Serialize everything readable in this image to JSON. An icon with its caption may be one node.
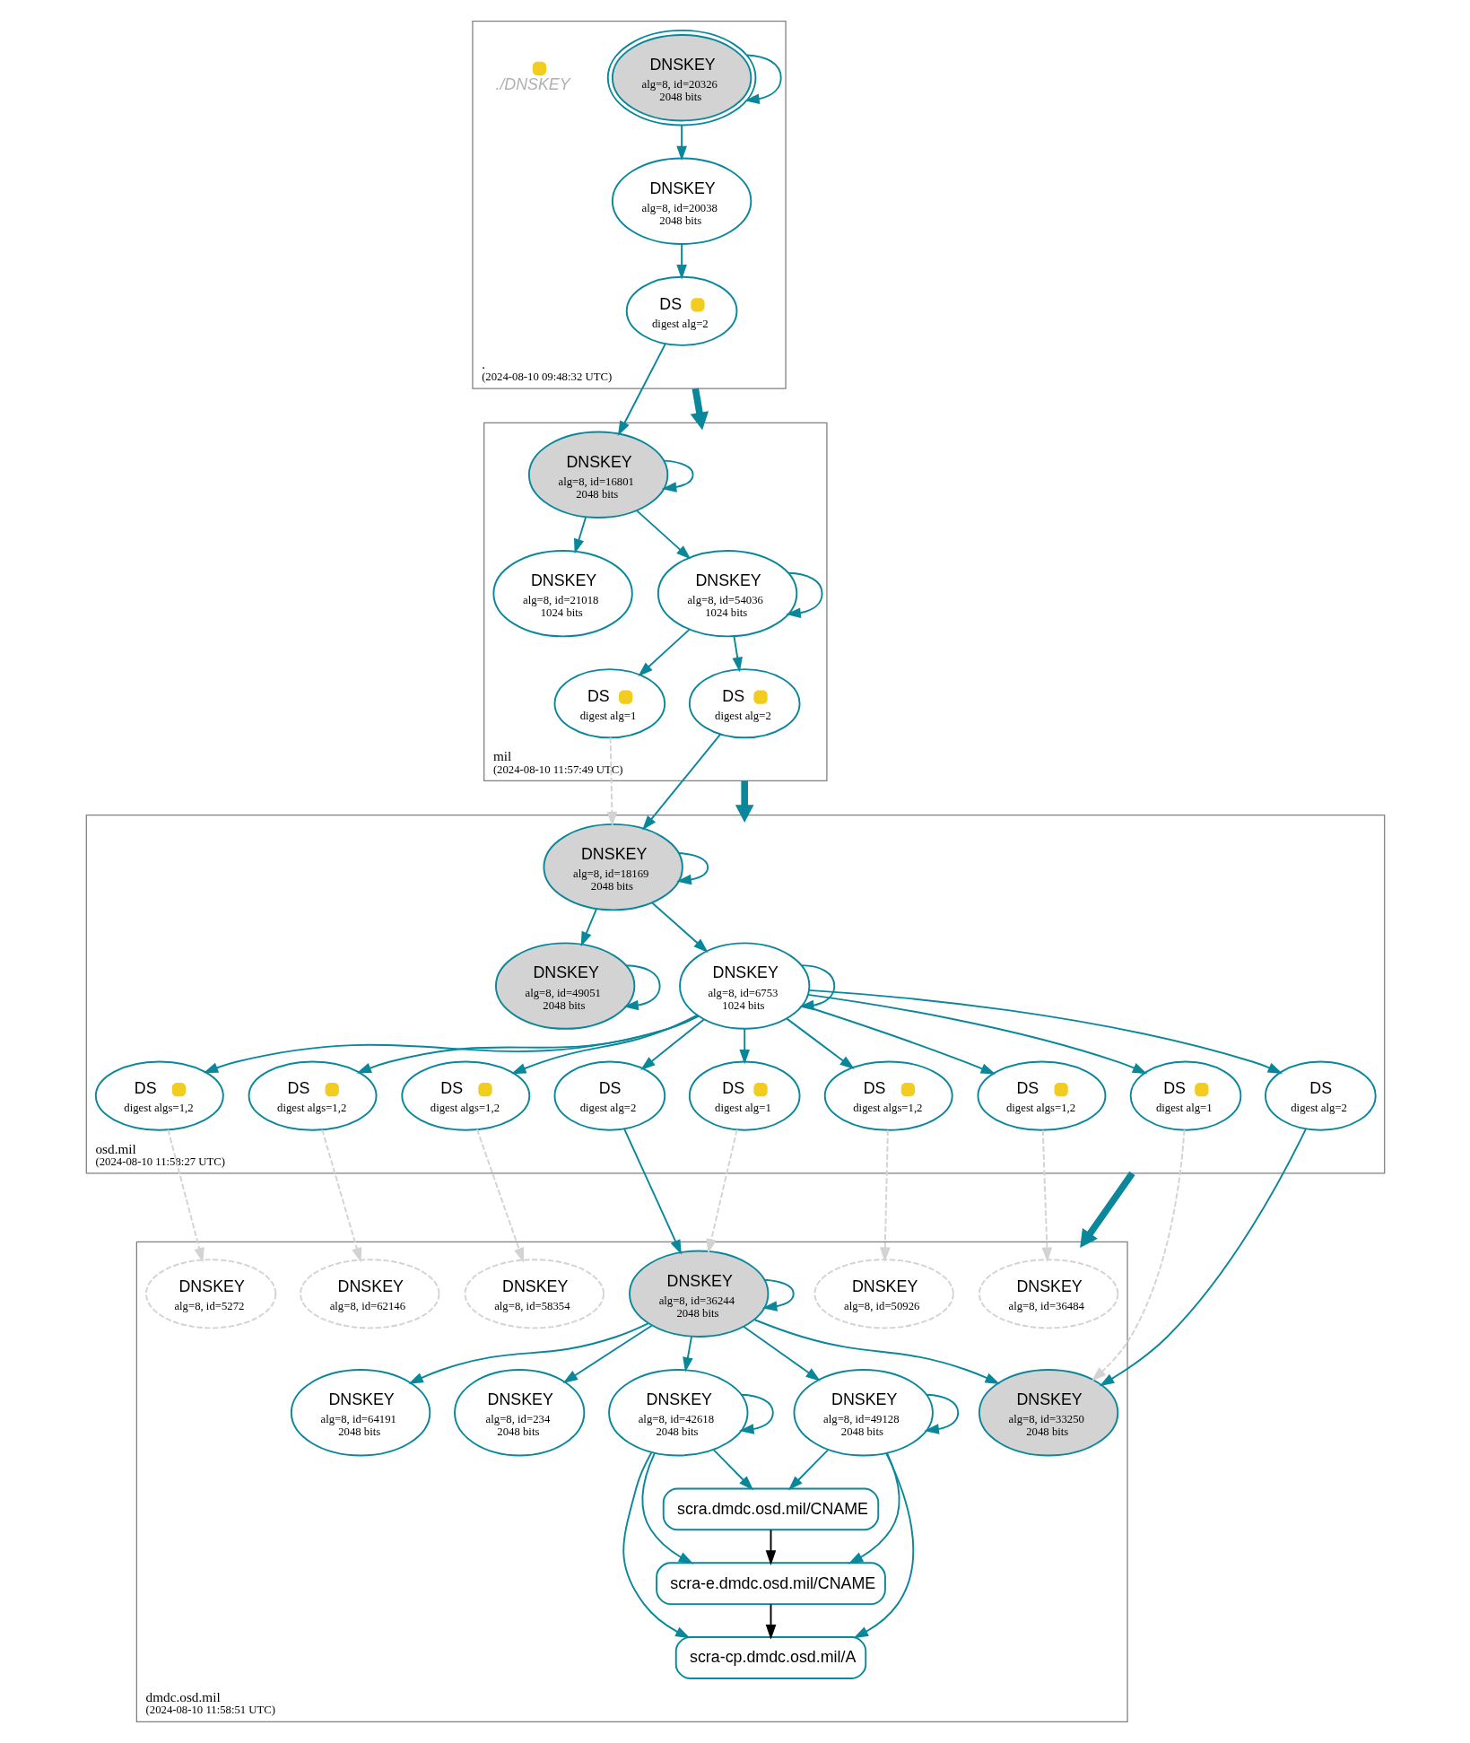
{
  "diagram": {
    "nodes": [
      {
        "text": [
          ".",
          "(2024-08-10 09:48:32 UTC)"
        ]
      },
      {
        "text": [
          "DNSKEY",
          "alg=8, id=20326",
          "2048 bits"
        ],
        "in": 0
      },
      {
        "text": [
          "DNSKEY",
          "alg=8, id=20038",
          "2048 bits"
        ],
        "in": 0
      },
      {
        "text": [
          "DS",
          "digest alg=2"
        ],
        "in": 0
      },
      {
        "text": [
          "./DNSKEY"
        ],
        "in": 0
      },
      {
        "text": [
          "mil",
          "(2024-08-10 11:57:49 UTC)"
        ]
      },
      {
        "text": [
          "DNSKEY",
          "alg=8, id=16801",
          "2048 bits"
        ],
        "in": 5
      },
      {
        "text": [
          "DNSKEY",
          "alg=8, id=54036",
          "1024 bits"
        ],
        "in": 5
      },
      {
        "text": [
          "DNSKEY",
          "alg=8, id=21018",
          "1024 bits"
        ],
        "in": 5
      },
      {
        "text": [
          "DS",
          "digest alg=1"
        ],
        "in": 5
      },
      {
        "text": [
          "DS",
          "digest alg=2"
        ],
        "in": 5
      },
      {
        "text": [
          "osd.mil",
          "(2024-08-10 11:58:27 UTC)"
        ]
      },
      {
        "text": [
          "DNSKEY",
          "alg=8, id=18169",
          "2048 bits"
        ],
        "in": 11
      },
      {
        "text": [
          "DNSKEY",
          "alg=8, id=6753",
          "1024 bits"
        ],
        "in": 11
      },
      {
        "text": [
          "DNSKEY",
          "alg=8, id=49051",
          "2048 bits"
        ],
        "in": 11
      },
      {
        "text": [
          "DS",
          "digest algs=1,2"
        ],
        "in": 11
      },
      {
        "text": [
          "DS",
          "digest algs=1,2"
        ],
        "in": 11
      },
      {
        "text": [
          "DS",
          "digest algs=1,2"
        ],
        "in": 11
      },
      {
        "text": [
          "DS",
          "digest algs=1,2"
        ],
        "in": 11
      },
      {
        "text": [
          "DS",
          "digest algs=1,2"
        ],
        "in": 11
      },
      {
        "text": [
          "DS",
          "digest alg=2"
        ],
        "in": 11
      },
      {
        "text": [
          "DS",
          "digest alg=1"
        ],
        "in": 11
      },
      {
        "text": [
          "DS",
          "digest alg=2"
        ],
        "in": 11
      },
      {
        "text": [
          "DS",
          "digest alg=1"
        ],
        "in": 11
      },
      {
        "text": [
          "dmdc.osd.mil",
          "(2024-08-10 11:58:51 UTC)"
        ]
      },
      {
        "text": [
          "DNSKEY",
          "alg=8, id=36484"
        ],
        "in": 24
      },
      {
        "text": [
          "DNSKEY",
          "alg=8, id=50926"
        ],
        "in": 24
      },
      {
        "text": [
          "DNSKEY",
          "alg=8, id=5272"
        ],
        "in": 24
      },
      {
        "text": [
          "DNSKEY",
          "alg=8, id=62146"
        ],
        "in": 24
      },
      {
        "text": [
          "DNSKEY",
          "alg=8, id=58354"
        ],
        "in": 24
      },
      {
        "text": [
          "DNSKEY",
          "alg=8, id=36244",
          "2048 bits"
        ],
        "in": 24
      },
      {
        "text": [
          "DNSKEY",
          "alg=8, id=64191",
          "2048 bits"
        ],
        "in": 24
      },
      {
        "text": [
          "DNSKEY",
          "alg=8, id=234",
          "2048 bits"
        ],
        "in": 24
      },
      {
        "text": [
          "DNSKEY",
          "alg=8, id=42618",
          "2048 bits"
        ],
        "in": 24
      },
      {
        "text": [
          "DNSKEY",
          "alg=8, id=49128",
          "2048 bits"
        ],
        "in": 24
      },
      {
        "text": [
          "DNSKEY",
          "alg=8, id=33250",
          "2048 bits"
        ],
        "in": 24
      },
      {
        "text": [
          "scra.dmdc.osd.mil/CNAME"
        ],
        "in": 24
      },
      {
        "text": [
          "scra-e.dmdc.osd.mil/CNAME"
        ],
        "in": 24
      },
      {
        "text": [
          "scra-cp.dmdc.osd.mil/A"
        ],
        "in": 24
      }
    ],
    "edges": [
      {
        "from": 1,
        "to": 1,
        "arrow": "to"
      },
      {
        "from": 1,
        "to": 2,
        "arrow": "to"
      },
      {
        "from": 2,
        "to": 3,
        "arrow": "to"
      },
      {
        "from": 3,
        "to": 6,
        "arrow": "to"
      },
      {
        "from": 0,
        "to": 5,
        "arrow": "to",
        "style": "thick"
      },
      {
        "from": 6,
        "to": 6,
        "arrow": "to"
      },
      {
        "from": 6,
        "to": 7,
        "arrow": "to"
      },
      {
        "from": 6,
        "to": 8,
        "arrow": "to"
      },
      {
        "from": 7,
        "to": 7,
        "arrow": "to"
      },
      {
        "from": 7,
        "to": 9,
        "arrow": "to"
      },
      {
        "from": 7,
        "to": 10,
        "arrow": "to"
      },
      {
        "from": 9,
        "to": 12,
        "arrow": "to",
        "style": "dashed",
        "color": "#d3d3d3"
      },
      {
        "from": 10,
        "to": 12,
        "arrow": "to"
      },
      {
        "from": 5,
        "to": 11,
        "arrow": "to",
        "style": "thick"
      },
      {
        "from": 12,
        "to": 12,
        "arrow": "to"
      },
      {
        "from": 12,
        "to": 13,
        "arrow": "to"
      },
      {
        "from": 12,
        "to": 14,
        "arrow": "to"
      },
      {
        "from": 13,
        "to": 13,
        "arrow": "to"
      },
      {
        "from": 14,
        "to": 14,
        "arrow": "to"
      },
      {
        "from": 13,
        "to": 15,
        "arrow": "to"
      },
      {
        "from": 13,
        "to": 16,
        "arrow": "to"
      },
      {
        "from": 13,
        "to": 17,
        "arrow": "to"
      },
      {
        "from": 13,
        "to": 18,
        "arrow": "to"
      },
      {
        "from": 13,
        "to": 19,
        "arrow": "to"
      },
      {
        "from": 13,
        "to": 20,
        "arrow": "to"
      },
      {
        "from": 13,
        "to": 21,
        "arrow": "to"
      },
      {
        "from": 13,
        "to": 22,
        "arrow": "to"
      },
      {
        "from": 13,
        "to": 23,
        "arrow": "to"
      },
      {
        "from": 11,
        "to": 24,
        "arrow": "to",
        "style": "thick"
      },
      {
        "from": 15,
        "to": 25,
        "arrow": "to",
        "style": "dashed",
        "color": "#d3d3d3"
      },
      {
        "from": 16,
        "to": 26,
        "arrow": "to",
        "style": "dashed",
        "color": "#d3d3d3"
      },
      {
        "from": 17,
        "to": 27,
        "arrow": "to",
        "style": "dashed",
        "color": "#d3d3d3"
      },
      {
        "from": 18,
        "to": 28,
        "arrow": "to",
        "style": "dashed",
        "color": "#d3d3d3"
      },
      {
        "from": 19,
        "to": 29,
        "arrow": "to",
        "style": "dashed",
        "color": "#d3d3d3"
      },
      {
        "from": 20,
        "to": 30,
        "arrow": "to"
      },
      {
        "from": 21,
        "to": 30,
        "arrow": "to",
        "style": "dashed",
        "color": "#d3d3d3"
      },
      {
        "from": 22,
        "to": 35,
        "arrow": "to"
      },
      {
        "from": 23,
        "to": 35,
        "arrow": "to",
        "style": "dashed",
        "color": "#d3d3d3"
      },
      {
        "from": 30,
        "to": 30,
        "arrow": "to"
      },
      {
        "from": 30,
        "to": 31,
        "arrow": "to"
      },
      {
        "from": 30,
        "to": 32,
        "arrow": "to"
      },
      {
        "from": 30,
        "to": 33,
        "arrow": "to"
      },
      {
        "from": 30,
        "to": 34,
        "arrow": "to"
      },
      {
        "from": 30,
        "to": 35,
        "arrow": "to"
      },
      {
        "from": 33,
        "to": 33,
        "arrow": "to"
      },
      {
        "from": 34,
        "to": 34,
        "arrow": "to"
      },
      {
        "from": 33,
        "to": 36,
        "arrow": "to"
      },
      {
        "from": 34,
        "to": 36,
        "arrow": "to"
      },
      {
        "from": 33,
        "to": 37,
        "arrow": "to"
      },
      {
        "from": 34,
        "to": 37,
        "arrow": "to"
      },
      {
        "from": 33,
        "to": 38,
        "arrow": "to"
      },
      {
        "from": 34,
        "to": 38,
        "arrow": "to"
      },
      {
        "from": 36,
        "to": 37,
        "arrow": "to",
        "color": "#000000"
      },
      {
        "from": 37,
        "to": 38,
        "arrow": "to",
        "color": "#000000"
      }
    ]
  }
}
